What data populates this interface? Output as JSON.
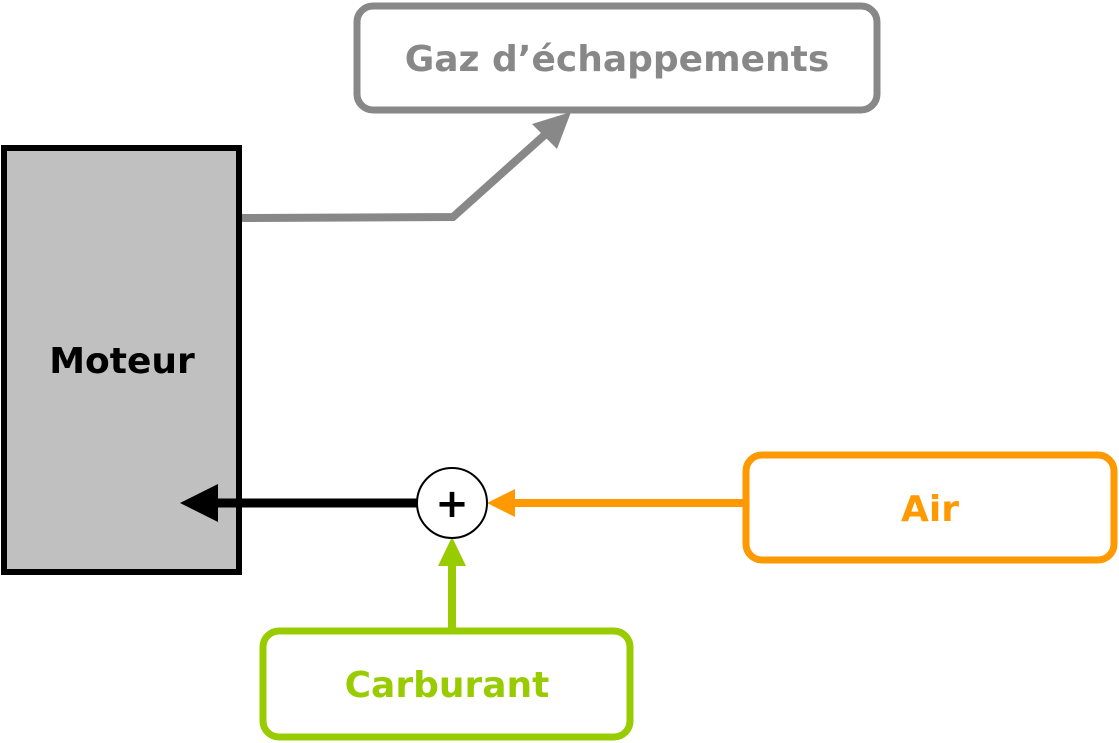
{
  "diagram": {
    "engine": {
      "label": "Moteur",
      "fill": "#c0c0c0",
      "stroke": "#000000"
    },
    "exhaust": {
      "label": "Gaz d’échappements",
      "color": "#888888"
    },
    "air": {
      "label": "Air",
      "color": "#ff9900"
    },
    "fuel": {
      "label": "Carburant",
      "color": "#99cc00"
    },
    "mixer": {
      "symbol": "+"
    }
  }
}
